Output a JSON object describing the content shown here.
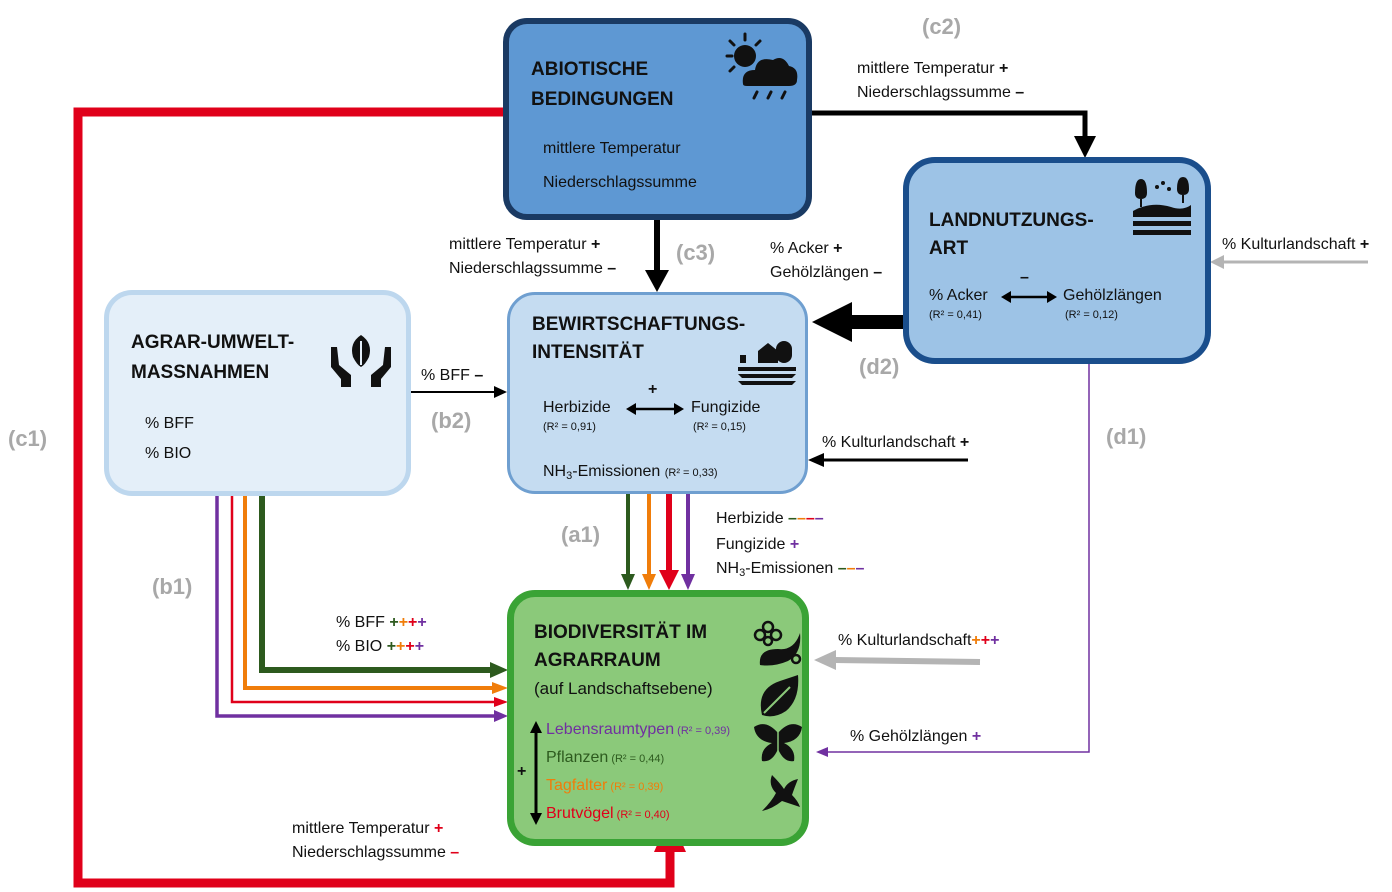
{
  "boxes": {
    "abiotic": {
      "title_line1": "ABIOTISCHE",
      "title_line2": "BEDINGUNGEN",
      "item1": "mittlere Temperatur",
      "item2": "Niederschlagssumme"
    },
    "land_use": {
      "title_line1": "LANDNUTZUNGS-",
      "title_line2": "ART",
      "left_item": "% Acker",
      "left_r2": "(R² = 0,41)",
      "right_item": "Gehölzlängen",
      "right_r2": "(R² = 0,12)",
      "relation_sign": "–"
    },
    "management": {
      "title_line1": "BEWIRTSCHAFTUNGS-",
      "title_line2": "INTENSITÄT",
      "left_item": "Herbizide",
      "left_r2": "(R² = 0,91)",
      "right_item": "Fungizide",
      "right_r2": "(R² = 0,15)",
      "relation_sign": "+",
      "nh3_prefix": "NH",
      "nh3_sub": "3",
      "nh3_suffix": "-Emissionen",
      "nh3_r2": "(R² = 0,33)"
    },
    "agri_env": {
      "title_line1": "AGRAR-UMWELT-",
      "title_line2": "MASSNAHMEN",
      "item1": "% BFF",
      "item2": "% BIO"
    },
    "biodiversity": {
      "title_line1": "BIODIVERSITÄT IM",
      "title_line2": "AGRARRAUM",
      "subtitle": "(auf Landschaftsebene)",
      "relation_sign": "+",
      "items": [
        {
          "label": "Lebensraumtypen",
          "r2": "(R² = 0,39)",
          "color": "#7030a0"
        },
        {
          "label": "Pflanzen",
          "r2": "(R² = 0,44)",
          "color": "#2d5a1e"
        },
        {
          "label": "Tagfalter",
          "r2": "(R² = 0,39)",
          "color": "#f07d0a"
        },
        {
          "label": "Brutvögel",
          "r2": "(R² = 0,40)",
          "color": "#e0001a"
        }
      ]
    }
  },
  "codes": {
    "a1": "(a1)",
    "b1": "(b1)",
    "b2": "(b2)",
    "c1": "(c1)",
    "c2": "(c2)",
    "c3": "(c3)",
    "d1": "(d1)",
    "d2": "(d2)"
  },
  "labels": {
    "c2_temp": "mittlere Temperatur",
    "c2_temp_sign": "+",
    "c2_prec": "Niederschlagssumme",
    "c2_prec_sign": "–",
    "c3_temp": "mittlere Temperatur",
    "c3_temp_sign": "+",
    "c3_prec": "Niederschlagssumme",
    "c3_prec_sign": "–",
    "kultur_landuse": "% Kulturlandschaft",
    "kultur_landuse_sign": "+",
    "acker": "% Acker",
    "acker_sign": "+",
    "gehoelz": "Gehölzlängen",
    "gehoelz_sign": "–",
    "b2_bff": "% BFF",
    "b2_bff_sign": "–",
    "kultur_mgmt": "% Kulturlandschaft",
    "kultur_mgmt_sign": "+",
    "a1_herb": "Herbizide",
    "a1_fung": "Fungizide",
    "a1_nh3_prefix": "NH",
    "a1_nh3_sub": "3",
    "a1_nh3_suffix": "-Emissionen",
    "b1_bff": "% BFF",
    "b1_bio": "% BIO",
    "kultur_bio": "% Kulturlandschaft",
    "d1_gehoelz": "% Gehölzlängen",
    "d1_gehoelz_sign": "+",
    "c1_temp": "mittlere Temperatur",
    "c1_temp_sign": "+",
    "c1_prec": "Niederschlagssumme",
    "c1_prec_sign": "–"
  },
  "sign_groups": {
    "a1_herb": [
      {
        "s": "–",
        "c": "#2d5a1e"
      },
      {
        "s": "–",
        "c": "#f07d0a"
      },
      {
        "s": "–",
        "c": "#e0001a"
      },
      {
        "s": "–",
        "c": "#7030a0"
      }
    ],
    "a1_fung": [
      {
        "s": "+",
        "c": "#7030a0"
      }
    ],
    "a1_nh3": [
      {
        "s": "–",
        "c": "#2d5a1e"
      },
      {
        "s": "–",
        "c": "#f07d0a"
      },
      {
        "s": "–",
        "c": "#7030a0"
      }
    ],
    "b1_bff": [
      {
        "s": "+",
        "c": "#2d5a1e"
      },
      {
        "s": "+",
        "c": "#f07d0a"
      },
      {
        "s": "+",
        "c": "#e0001a"
      },
      {
        "s": "+",
        "c": "#7030a0"
      }
    ],
    "b1_bio": [
      {
        "s": "+",
        "c": "#2d5a1e"
      },
      {
        "s": "+",
        "c": "#f07d0a"
      },
      {
        "s": "+",
        "c": "#e0001a"
      },
      {
        "s": "+",
        "c": "#7030a0"
      }
    ],
    "kultur_bio": [
      {
        "s": "+",
        "c": "#f07d0a"
      },
      {
        "s": "+",
        "c": "#e0001a"
      },
      {
        "s": "+",
        "c": "#7030a0"
      }
    ]
  },
  "colors": {
    "plants": "#2d5a1e",
    "butterflies": "#f07d0a",
    "birds": "#e0001a",
    "habitat": "#7030a0",
    "grey_arrow": "#b4b4b4",
    "code_grey": "#a8a8a8"
  },
  "icons": [
    "sun-cloud-icon",
    "landscape-icon",
    "farm-icon",
    "hands-leaf-icon",
    "flower-icon",
    "leaf-icon",
    "butterfly-icon",
    "bird-icon"
  ]
}
